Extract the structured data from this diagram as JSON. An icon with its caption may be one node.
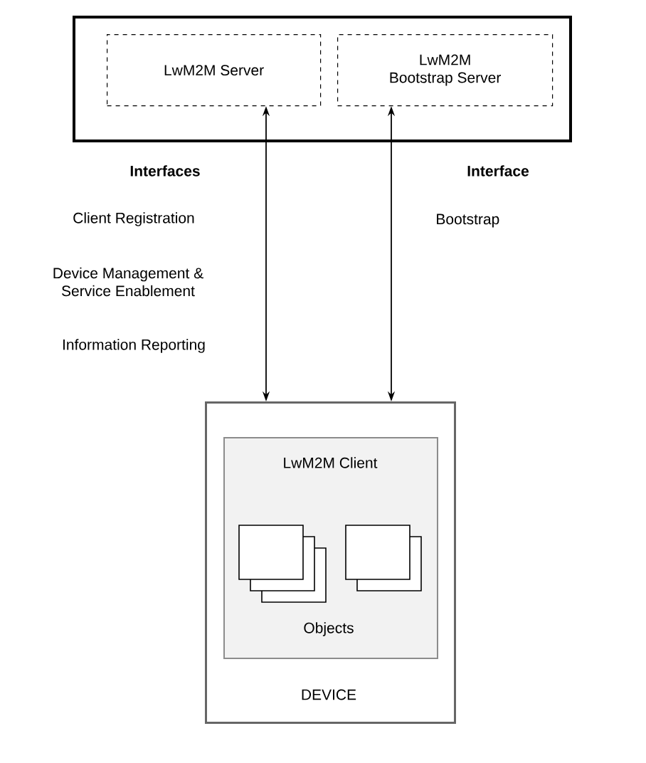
{
  "diagram": {
    "nodes": [
      {
        "text": [],
        "shape": "box"
      },
      {
        "text": [
          "LwM2M Server"
        ],
        "in": 0
      },
      {
        "text": [
          "LwM2M Bootstrap Server"
        ],
        "in": 0
      },
      {
        "text": [
          "DEVICE"
        ]
      },
      {
        "text": [
          "LwM2M Client",
          "Objects"
        ],
        "in": 3
      }
    ],
    "edges": [
      {
        "from": 1,
        "to": 3,
        "arrow": "both"
      },
      {
        "from": 2,
        "to": 3,
        "arrow": "both"
      }
    ],
    "labels": [
      "Interfaces",
      "Client Registration",
      "Device Management & Service Enablement",
      "Information Reporting",
      "Interface",
      "Bootstrap"
    ]
  }
}
